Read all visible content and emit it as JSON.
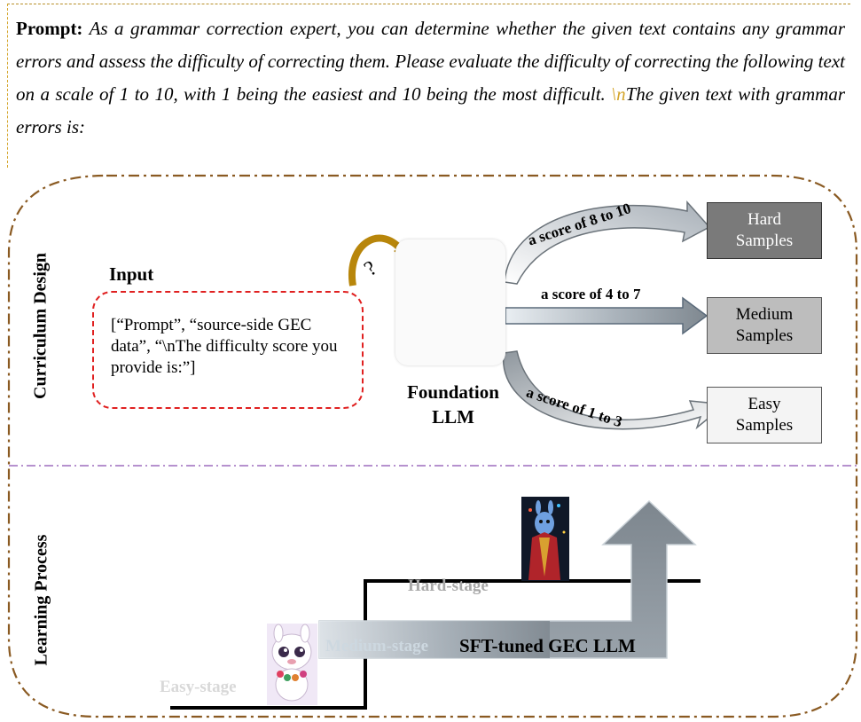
{
  "prompt": {
    "label": "Prompt:",
    "text_before_token": "As a grammar correction expert, you can determine whether the given text contains any grammar errors and assess the difficulty of correcting them. Please evaluate the difficulty of correcting the following text on a scale of 1 to 10, with 1 being the easiest and 10 being the most difficult. ",
    "token": "\\n",
    "text_after_token": "The given text with grammar errors is:"
  },
  "curriculum": {
    "section_label": "Curriculum Design",
    "input_title": "Input",
    "input_text": "[“Prompt”, “source-side GEC data”, “\\nThe difficulty score you provide is:”]",
    "question_mark": "?",
    "llm_label_line1": "Foundation",
    "llm_label_line2": "LLM",
    "scores": {
      "hard": "a score of 8 to 10",
      "medium": "a score of 4 to 7",
      "easy": "a score of 1 to 3"
    },
    "samples": {
      "hard": {
        "line1": "Hard",
        "line2": "Samples"
      },
      "medium": {
        "line1": "Medium",
        "line2": "Samples"
      },
      "easy": {
        "line1": "Easy",
        "line2": "Samples"
      }
    }
  },
  "learning": {
    "section_label": "Learning Process",
    "easy_stage": "Easy-stage",
    "medium_stage": "Medium-stage",
    "hard_stage": "Hard-stage",
    "model_label": "SFT-tuned GEC LLM"
  },
  "colors": {
    "outer_border": "#8a5a22",
    "divider": "#8a4fb0",
    "prompt_border": "#d4a52a",
    "input_border": "#e02020",
    "curved_arrow": "#b8860b",
    "hard_sample_fill": "#7a7a7a",
    "medium_sample_fill": "#bdbdbd",
    "easy_sample_fill": "#f4f4f4"
  },
  "icons": {
    "llm": "llama-outline-icon",
    "easy_avatar": "cute-llama-icon",
    "hard_avatar": "wizard-llama-icon"
  }
}
